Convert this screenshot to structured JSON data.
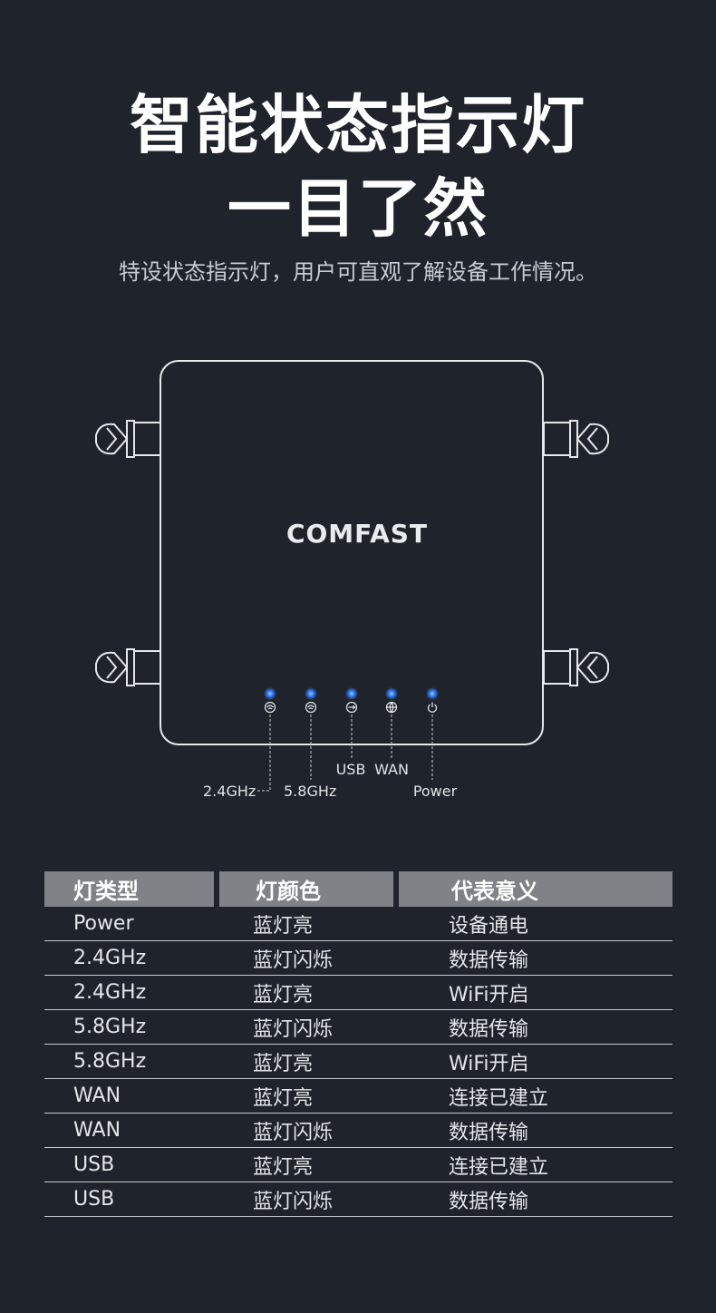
{
  "heading": {
    "line1": "智能状态指示灯",
    "line2": "一目了然",
    "subtitle": "特设状态指示灯，用户可直观了解设备工作情况。"
  },
  "device": {
    "brand": "COMFAST",
    "labels": {
      "ghz24": "2.4GHz",
      "ghz58": "5.8GHz",
      "usb": "USB",
      "wan": "WAN",
      "power": "Power"
    },
    "led_color": "#2f7bff"
  },
  "table": {
    "headers": [
      "灯类型",
      "灯颜色",
      "代表意义"
    ],
    "rows": [
      [
        "Power",
        "蓝灯亮",
        "设备通电"
      ],
      [
        "2.4GHz",
        "蓝灯闪烁",
        "数据传输"
      ],
      [
        "2.4GHz",
        "蓝灯亮",
        "WiFi开启"
      ],
      [
        "5.8GHz",
        "蓝灯闪烁",
        "数据传输"
      ],
      [
        "5.8GHz",
        "蓝灯亮",
        "WiFi开启"
      ],
      [
        "WAN",
        "蓝灯亮",
        "连接已建立"
      ],
      [
        "WAN",
        "蓝灯闪烁",
        "数据传输"
      ],
      [
        "USB",
        "蓝灯亮",
        "连接已建立"
      ],
      [
        "USB",
        "蓝灯闪烁",
        "数据传输"
      ]
    ]
  }
}
